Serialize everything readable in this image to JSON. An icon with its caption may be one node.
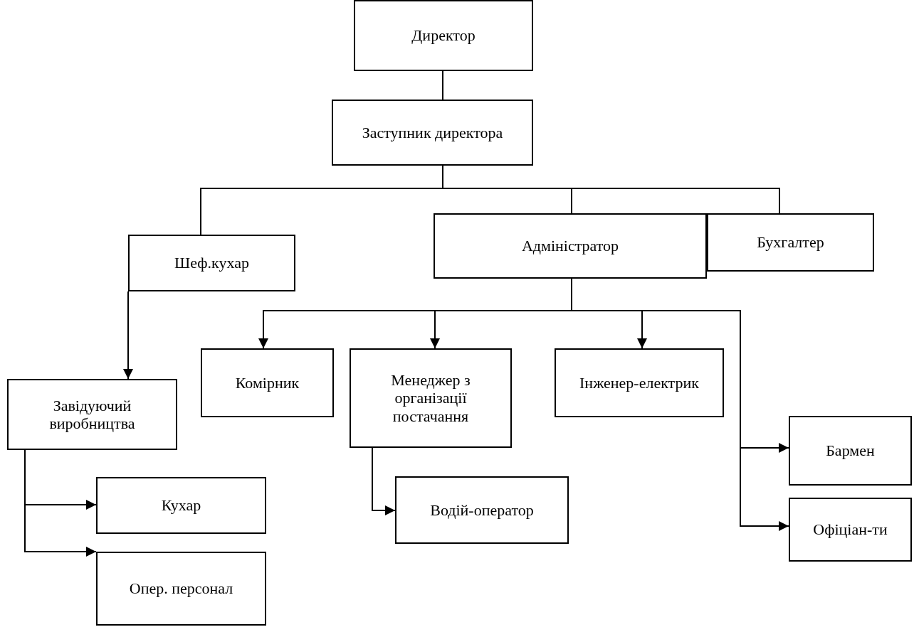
{
  "diagram": {
    "nodes": [
      {
        "text": [
          "Директор"
        ]
      },
      {
        "text": [
          "Заступник директора"
        ]
      },
      {
        "text": [
          "Шеф.кухар"
        ]
      },
      {
        "text": [
          "Адміністратор"
        ]
      },
      {
        "text": [
          "Бухгалтер"
        ]
      },
      {
        "text": [
          "Комірник"
        ]
      },
      {
        "text": [
          "Менеджер з організації постачання"
        ]
      },
      {
        "text": [
          "Інженер-електрик"
        ]
      },
      {
        "text": [
          "Завідуючий виробництва"
        ]
      },
      {
        "text": [
          "Кухар"
        ]
      },
      {
        "text": [
          "Опер. персонал"
        ]
      },
      {
        "text": [
          "Водій-оператор"
        ]
      },
      {
        "text": [
          "Бармен"
        ]
      },
      {
        "text": [
          "Офіціан-ти"
        ]
      }
    ],
    "edges": [
      {
        "from": 0,
        "to": 1,
        "arrow": "none"
      },
      {
        "from": 1,
        "to": 2,
        "arrow": "none"
      },
      {
        "from": 1,
        "to": 3,
        "arrow": "none"
      },
      {
        "from": 1,
        "to": 4,
        "arrow": "none"
      },
      {
        "from": 2,
        "to": 8,
        "arrow": "to"
      },
      {
        "from": 3,
        "to": 5,
        "arrow": "to"
      },
      {
        "from": 3,
        "to": 6,
        "arrow": "to"
      },
      {
        "from": 3,
        "to": 7,
        "arrow": "to"
      },
      {
        "from": 3,
        "to": 12,
        "arrow": "to"
      },
      {
        "from": 3,
        "to": 13,
        "arrow": "to"
      },
      {
        "from": 6,
        "to": 11,
        "arrow": "to"
      },
      {
        "from": 8,
        "to": 9,
        "arrow": "to"
      },
      {
        "from": 8,
        "to": 10,
        "arrow": "to"
      }
    ]
  }
}
